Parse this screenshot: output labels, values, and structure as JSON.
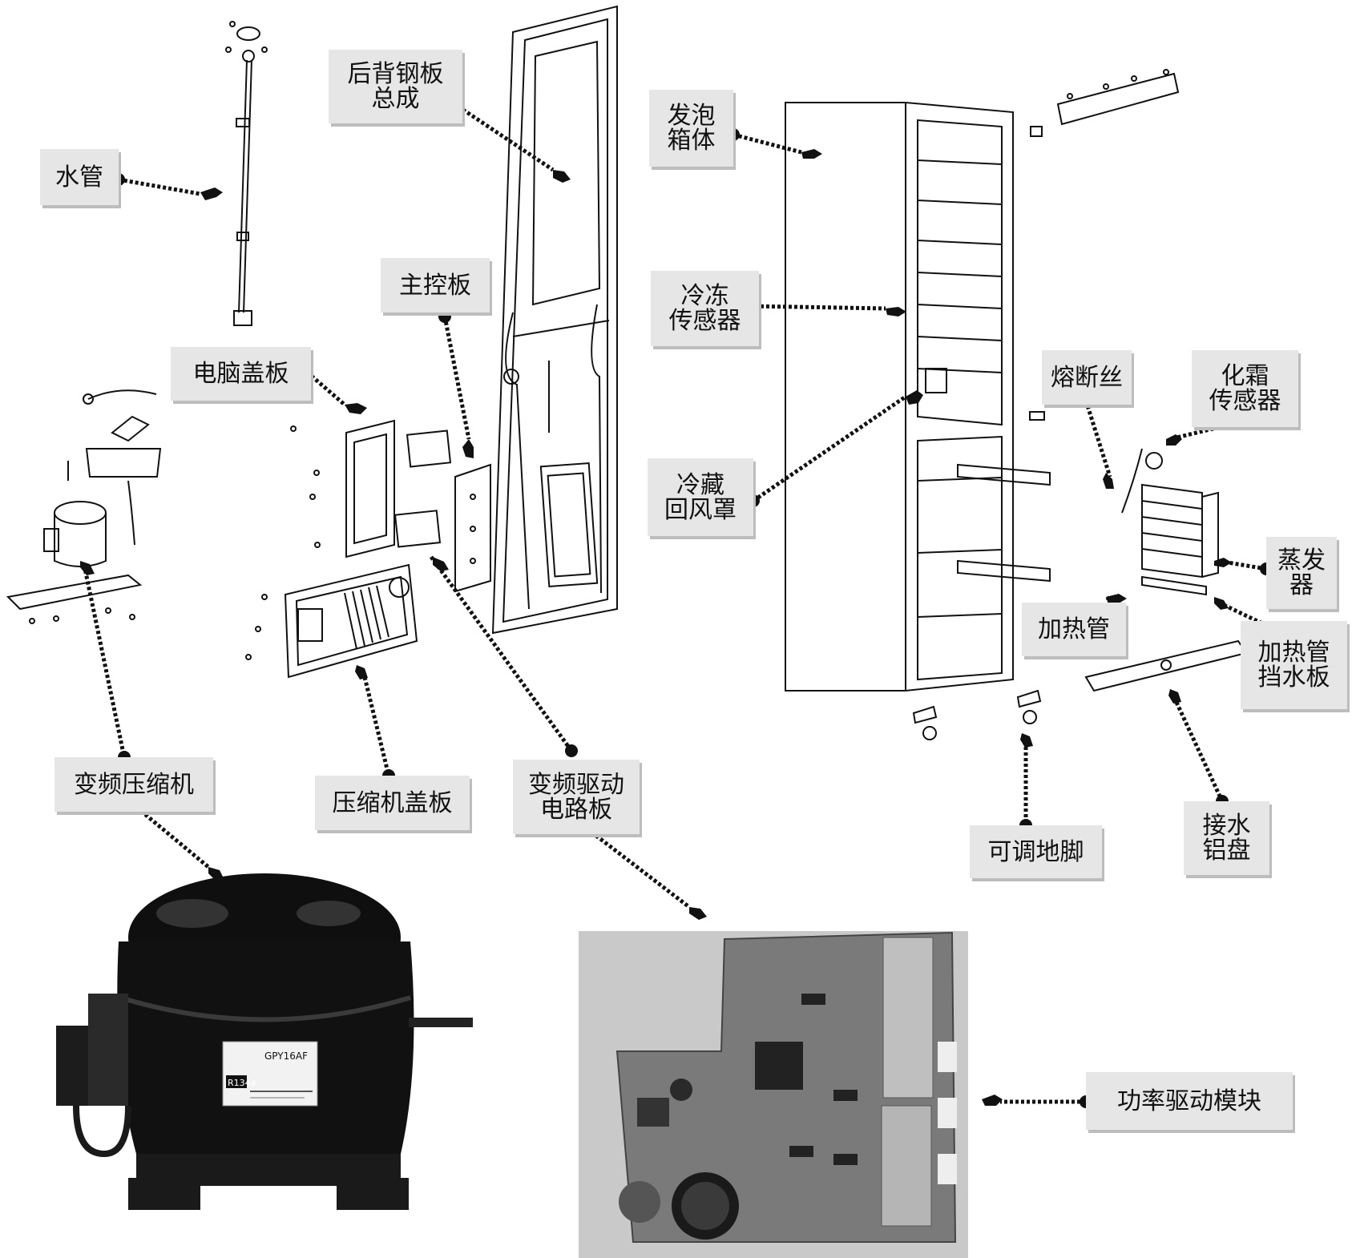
{
  "colors": {
    "label_bg": "#e6e6e6",
    "line": "#111111",
    "body": "#111111",
    "pcb_bg": "#cfcfcf"
  },
  "labels": {
    "water_pipe": "水管",
    "back_steel_plate": "后背钢板\n总成",
    "main_control_board": "主控板",
    "computer_cover": "电脑盖板",
    "foam_cabinet": "发泡\n箱体",
    "freezer_sensor": "冷冻\n传感器",
    "fridge_return_hood": "冷藏\n回风罩",
    "fuse": "熔断丝",
    "defrost_sensor": "化霜\n传感器",
    "evaporator": "蒸发\n器",
    "heating_tube": "加热管",
    "heating_tube_baffle": "加热管\n挡水板",
    "inverter_compressor": "变频压缩机",
    "compressor_cover": "压缩机盖板",
    "inverter_drive_board": "变频驱动\n电路板",
    "adjustable_foot": "可调地脚",
    "water_tray": "接水\n铝盘",
    "power_module": "功率驱动模块"
  },
  "compressor_nameplate": {
    "model": "GPY16AF",
    "refrigerant": "R134a"
  }
}
